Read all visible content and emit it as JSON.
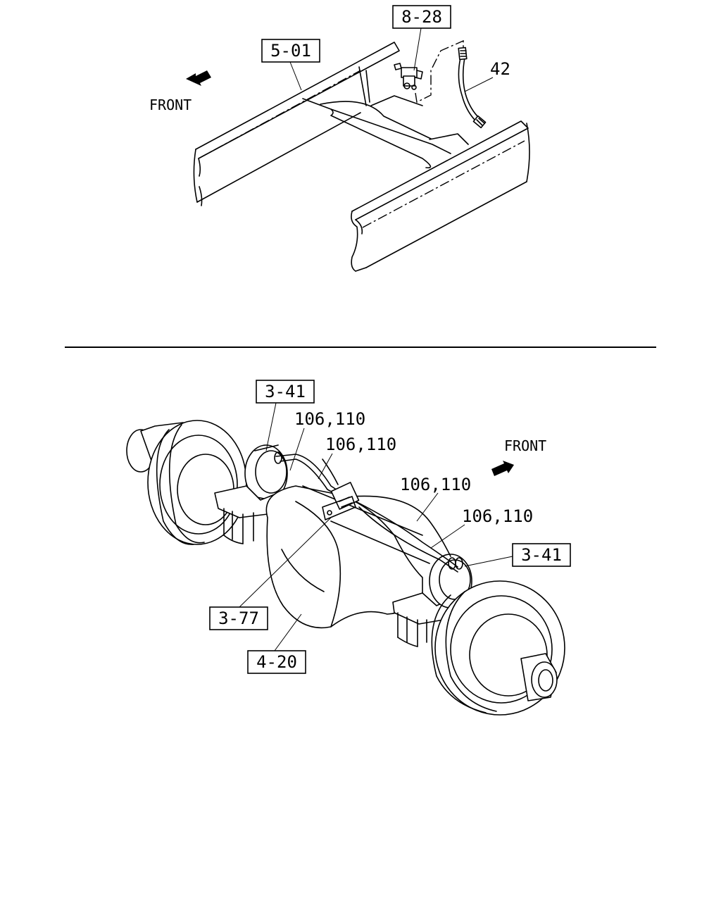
{
  "top_diagram": {
    "refs": {
      "frame": "5-01",
      "valve": "8-28"
    },
    "parts": {
      "hose": "42"
    },
    "direction": "FRONT"
  },
  "bottom_diagram": {
    "refs": {
      "left_hub": "3-41",
      "right_hub": "3-41",
      "bracket": "3-77",
      "axle": "4-20"
    },
    "parts": {
      "pipe_a": "106,110",
      "pipe_b": "106,110",
      "pipe_c": "106,110",
      "pipe_d": "106,110"
    },
    "direction": "FRONT"
  }
}
